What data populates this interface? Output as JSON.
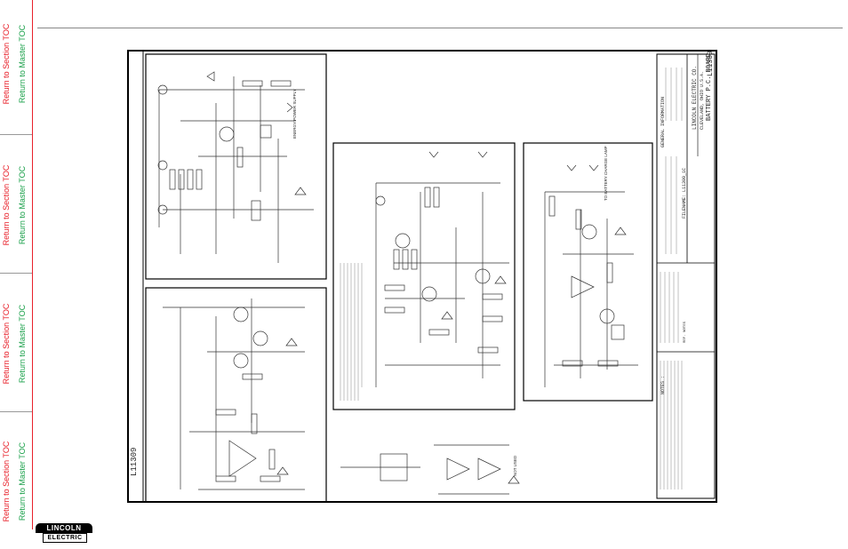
{
  "nav": {
    "section_toc": "Return to Section TOC",
    "master_toc": "Return to Master TOC",
    "colors": {
      "section": "#e8202a",
      "master": "#1aa04a"
    }
  },
  "logo": {
    "line1": "LINCOLN",
    "line2": "ELECTRIC"
  },
  "schematic": {
    "drawing_number": "L11309",
    "title": "BATTERY P.C. BOARD SCHEMATIC",
    "company": "LINCOLN ELECTRIC CO.",
    "company_location": "CLEVELAND, OHIO U.S.A.",
    "general_information_heading": "GENERAL INFORMATION",
    "notes_heading": "NOTES :",
    "filename": "FILENAME: L11309_1C",
    "energy_supply_label": "ENERGY POWER SUPPLY",
    "bottom_text": "NOT USED",
    "bottom_panel_label": "NOT USED",
    "battery_charge_label": "TO BATTERY CHARGE LAMP",
    "ref_notes": "REF. NOTES"
  }
}
